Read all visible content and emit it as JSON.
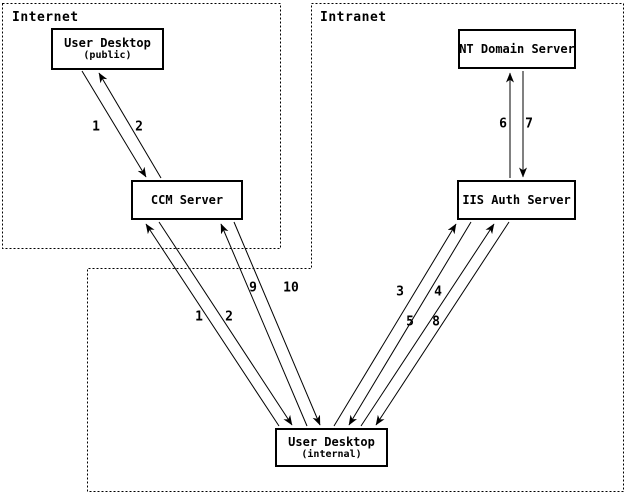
{
  "diagram": {
    "zones": {
      "internet": {
        "label": "Internet"
      },
      "intranet": {
        "label": "Intranet"
      }
    },
    "nodes": {
      "user_desktop_public": {
        "title": "User Desktop",
        "subtitle": "(public)"
      },
      "ccm_server": {
        "title": "CCM Server"
      },
      "nt_domain_server": {
        "title": "NT Domain Server"
      },
      "iis_auth_server": {
        "title": "IIS Auth Server"
      },
      "user_desktop_internal": {
        "title": "User Desktop",
        "subtitle": "(internal)"
      }
    },
    "step_labels": {
      "public_desktop_to_ccm": "1",
      "ccm_to_public_desktop": "2",
      "internal_desktop_to_ccm": "1",
      "ccm_to_internal_desktop": "2",
      "internal_desktop_to_iis_first": "3",
      "iis_to_internal_desktop_first": "4",
      "internal_desktop_to_iis_second": "5",
      "iis_to_nt_domain": "6",
      "nt_domain_to_iis": "7",
      "iis_to_internal_desktop_second": "8",
      "internal_desktop_to_ccm_second": "9",
      "ccm_to_internal_desktop_second": "10"
    },
    "colors": {
      "line": "#000000",
      "background": "#ffffff"
    }
  }
}
